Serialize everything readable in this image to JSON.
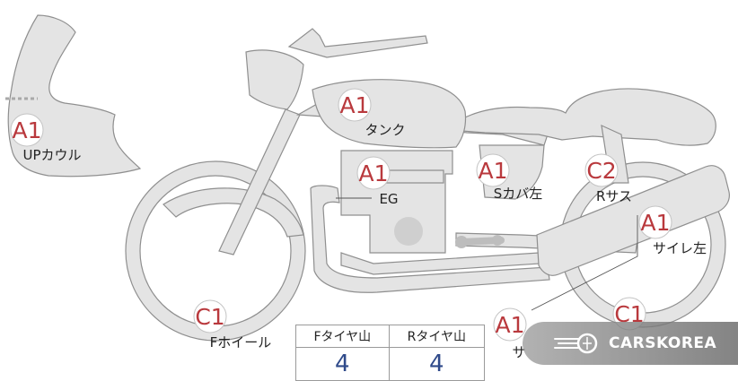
{
  "parts": [
    {
      "id": "up-cowl",
      "grade": "A1",
      "label": "UPカウル"
    },
    {
      "id": "tank",
      "grade": "A1",
      "label": "タンク"
    },
    {
      "id": "engine",
      "grade": "A1",
      "label": "EG"
    },
    {
      "id": "side-cover-left",
      "grade": "A1",
      "label": "Sカバ左"
    },
    {
      "id": "rear-suspension",
      "grade": "C2",
      "label": "Rサス"
    },
    {
      "id": "silencer-left",
      "grade": "A1",
      "label": "サイレ左"
    },
    {
      "id": "front-wheel",
      "grade": "C1",
      "label": "Fホイール"
    },
    {
      "id": "rear-wheel",
      "grade": "C1",
      "label": ""
    },
    {
      "id": "lower-part",
      "grade": "A1",
      "label": "サ"
    }
  ],
  "tire_table": {
    "front_header": "Fタイヤ山",
    "rear_header": "Rタイヤ山",
    "front_value": "4",
    "rear_value": "4"
  },
  "watermark": {
    "text": "CARSKOREA",
    "icon": "carskorea-logo-icon"
  },
  "colors": {
    "badge": "#b9393d",
    "part_fill": "#e4e4e4",
    "part_stroke": "#8f8f8f",
    "value": "#2f4a8a"
  }
}
